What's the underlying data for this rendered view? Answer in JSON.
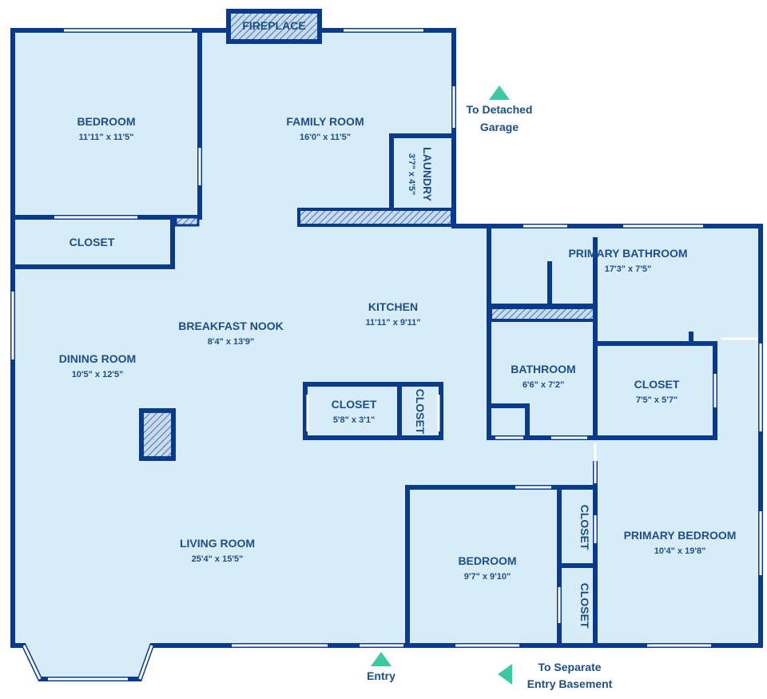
{
  "colors": {
    "wall": "#0a3a8c",
    "floor": "#d8ecf8",
    "window": "#ffffff",
    "hatch": "#4a6fa5",
    "marker": "#3cc8a0",
    "text": "#1b4f86"
  },
  "rooms": {
    "bedroom_nw": {
      "name": "BEDROOM",
      "dim": "11'11\" x 11'5\""
    },
    "family_room": {
      "name": "FAMILY ROOM",
      "dim": "16'0\" x 11'5\""
    },
    "laundry": {
      "name": "LAUNDRY",
      "dim": "3'7\" x 4'5\""
    },
    "closet_nw": {
      "name": "CLOSET"
    },
    "kitchen": {
      "name": "KITCHEN",
      "dim": "11'11\" x 9'11\""
    },
    "breakfast_nook": {
      "name": "BREAKFAST NOOK",
      "dim": "8'4\" x 13'9\""
    },
    "dining_room": {
      "name": "DINING ROOM",
      "dim": "10'5\" x 12'5\""
    },
    "closet_center": {
      "name": "CLOSET",
      "dim": "5'8\" x 3'1\""
    },
    "closet_center_small": {
      "name": "CLOSET"
    },
    "living_room": {
      "name": "LIVING ROOM",
      "dim": "25'4\" x 15'5\""
    },
    "primary_bathroom": {
      "name": "PRIMARY BATHROOM",
      "dim": "17'3\" x 7'5\""
    },
    "bathroom": {
      "name": "BATHROOM",
      "dim": "6'6\" x 7'2\""
    },
    "closet_east": {
      "name": "CLOSET",
      "dim": "7'5\" x 5'7\""
    },
    "bedroom_south": {
      "name": "BEDROOM",
      "dim": "9'7\" x 9'10\""
    },
    "closet_s1": {
      "name": "CLOSET"
    },
    "closet_s2": {
      "name": "CLOSET"
    },
    "primary_bedroom": {
      "name": "PRIMARY BEDROOM",
      "dim": "10'4\" x 19'8\""
    }
  },
  "features": {
    "fireplace": "FIREPLACE"
  },
  "markers": {
    "garage_line1": "To Detached",
    "garage_line2": "Garage",
    "entry": "Entry",
    "basement_line1": "To Separate",
    "basement_line2": "Entry Basement"
  }
}
